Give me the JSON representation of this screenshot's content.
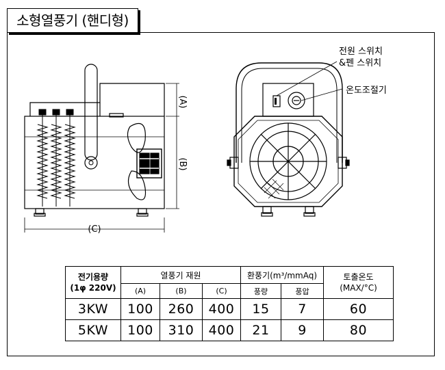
{
  "title": "소형열풍기 (핸디형)",
  "callouts": {
    "switch_line1": "전원 스위치",
    "switch_line2": "&펜 스위치",
    "temp_control": "온도조절기"
  },
  "dimension_labels": {
    "a": "(A)",
    "b": "(B)",
    "c": "(C)"
  },
  "table": {
    "capacity_header_line1": "전기용량",
    "capacity_header_line2": "(1φ 220V)",
    "fan_spec_header": "열풍기 재원",
    "blower_header": "환풍기(m³/mmAq)",
    "outlet_temp_header_line1": "토출온도",
    "outlet_temp_header_line2": "(MAX/°C)",
    "sub_a": "(A)",
    "sub_b": "(B)",
    "sub_c": "(C)",
    "sub_airflow": "풍량",
    "sub_pressure": "풍압",
    "rows": [
      {
        "capacity": "3KW",
        "a": "100",
        "b": "260",
        "c": "400",
        "airflow": "15",
        "pressure": "7",
        "temp": "60"
      },
      {
        "capacity": "5KW",
        "a": "100",
        "b": "310",
        "c": "400",
        "airflow": "21",
        "pressure": "9",
        "temp": "80"
      }
    ]
  }
}
